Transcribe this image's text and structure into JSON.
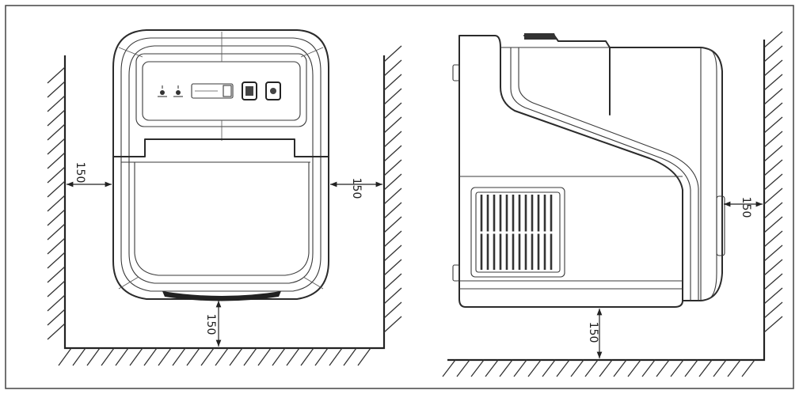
{
  "front_view": {
    "clearance_left": "150",
    "clearance_right": "150",
    "clearance_bottom": "150"
  },
  "side_view": {
    "clearance_right": "150",
    "clearance_bottom": "150"
  },
  "colors": {
    "line": "#2b2b2b",
    "background": "#ffffff"
  }
}
